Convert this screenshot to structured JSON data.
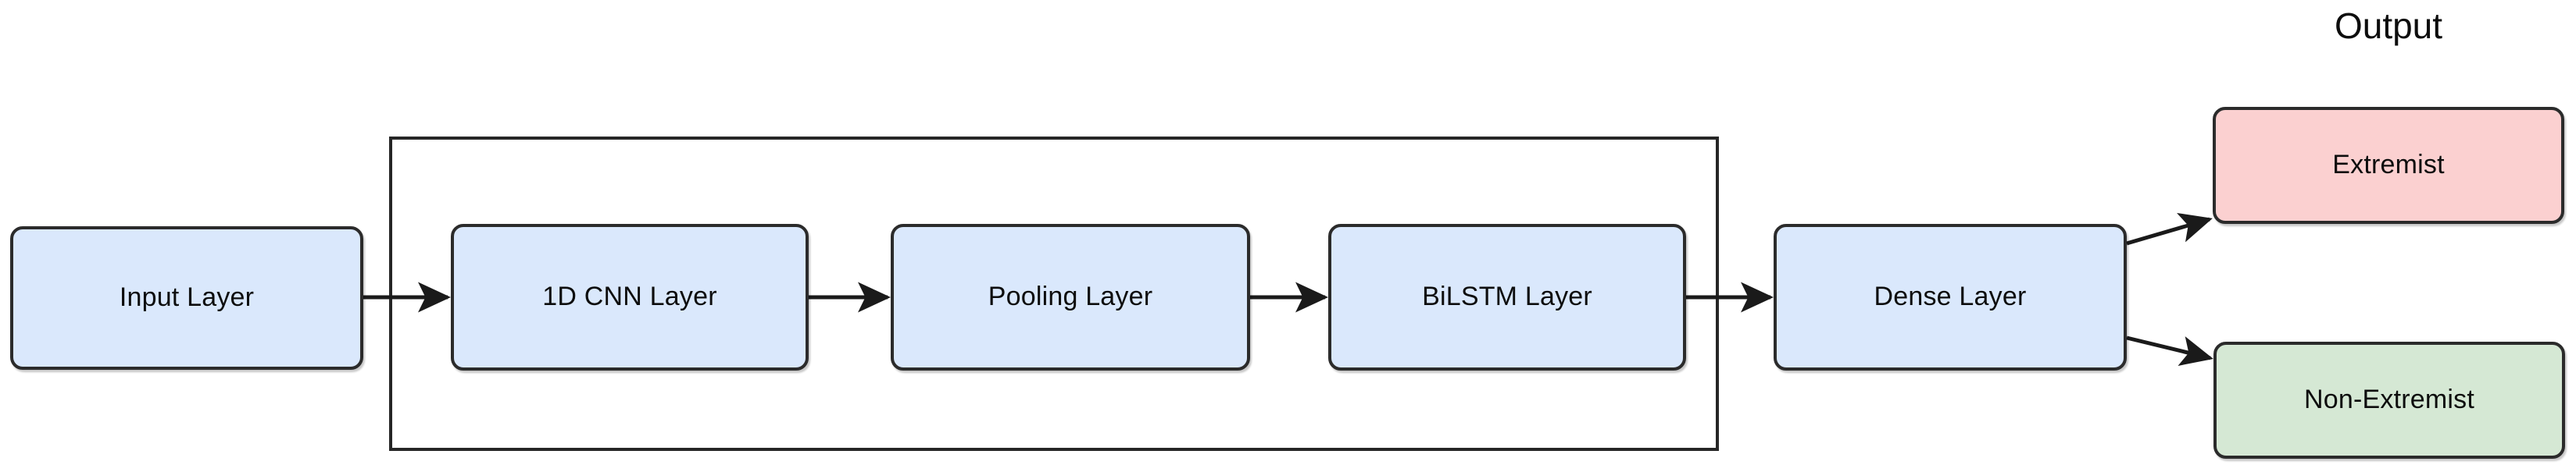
{
  "diagram": {
    "title_visible": false,
    "palette": {
      "layer_fill": "#dae8fc",
      "extremist_fill": "#fbd0d0",
      "non_extremist_fill": "#d5e8d4",
      "stroke": "#2b2b2b",
      "group_stroke": "#262626",
      "background": "#ffffff",
      "text": "#0d0d0d"
    },
    "output_section": {
      "label": "Output"
    },
    "nodes": [
      {
        "id": "input",
        "label": "Input Layer",
        "kind": "layer"
      },
      {
        "id": "cnn",
        "label": "1D CNN Layer",
        "kind": "layer"
      },
      {
        "id": "pooling",
        "label": "Pooling Layer",
        "kind": "layer"
      },
      {
        "id": "bilstm",
        "label": "BiLSTM Layer",
        "kind": "layer"
      },
      {
        "id": "dense",
        "label": "Dense Layer",
        "kind": "layer"
      },
      {
        "id": "extremist",
        "label": "Extremist",
        "kind": "output-class"
      },
      {
        "id": "non_extremist",
        "label": "Non-Extremist",
        "kind": "output-class"
      }
    ],
    "edges": [
      {
        "from": "input",
        "to": "cnn",
        "style": "arrow"
      },
      {
        "from": "cnn",
        "to": "pooling",
        "style": "arrow"
      },
      {
        "from": "pooling",
        "to": "bilstm",
        "style": "arrow"
      },
      {
        "from": "bilstm",
        "to": "dense",
        "style": "arrow"
      },
      {
        "from": "dense",
        "to": "extremist",
        "style": "arrow"
      },
      {
        "from": "dense",
        "to": "non_extremist",
        "style": "arrow"
      }
    ],
    "group": {
      "label": "",
      "contains": [
        "cnn",
        "pooling",
        "bilstm"
      ]
    }
  }
}
